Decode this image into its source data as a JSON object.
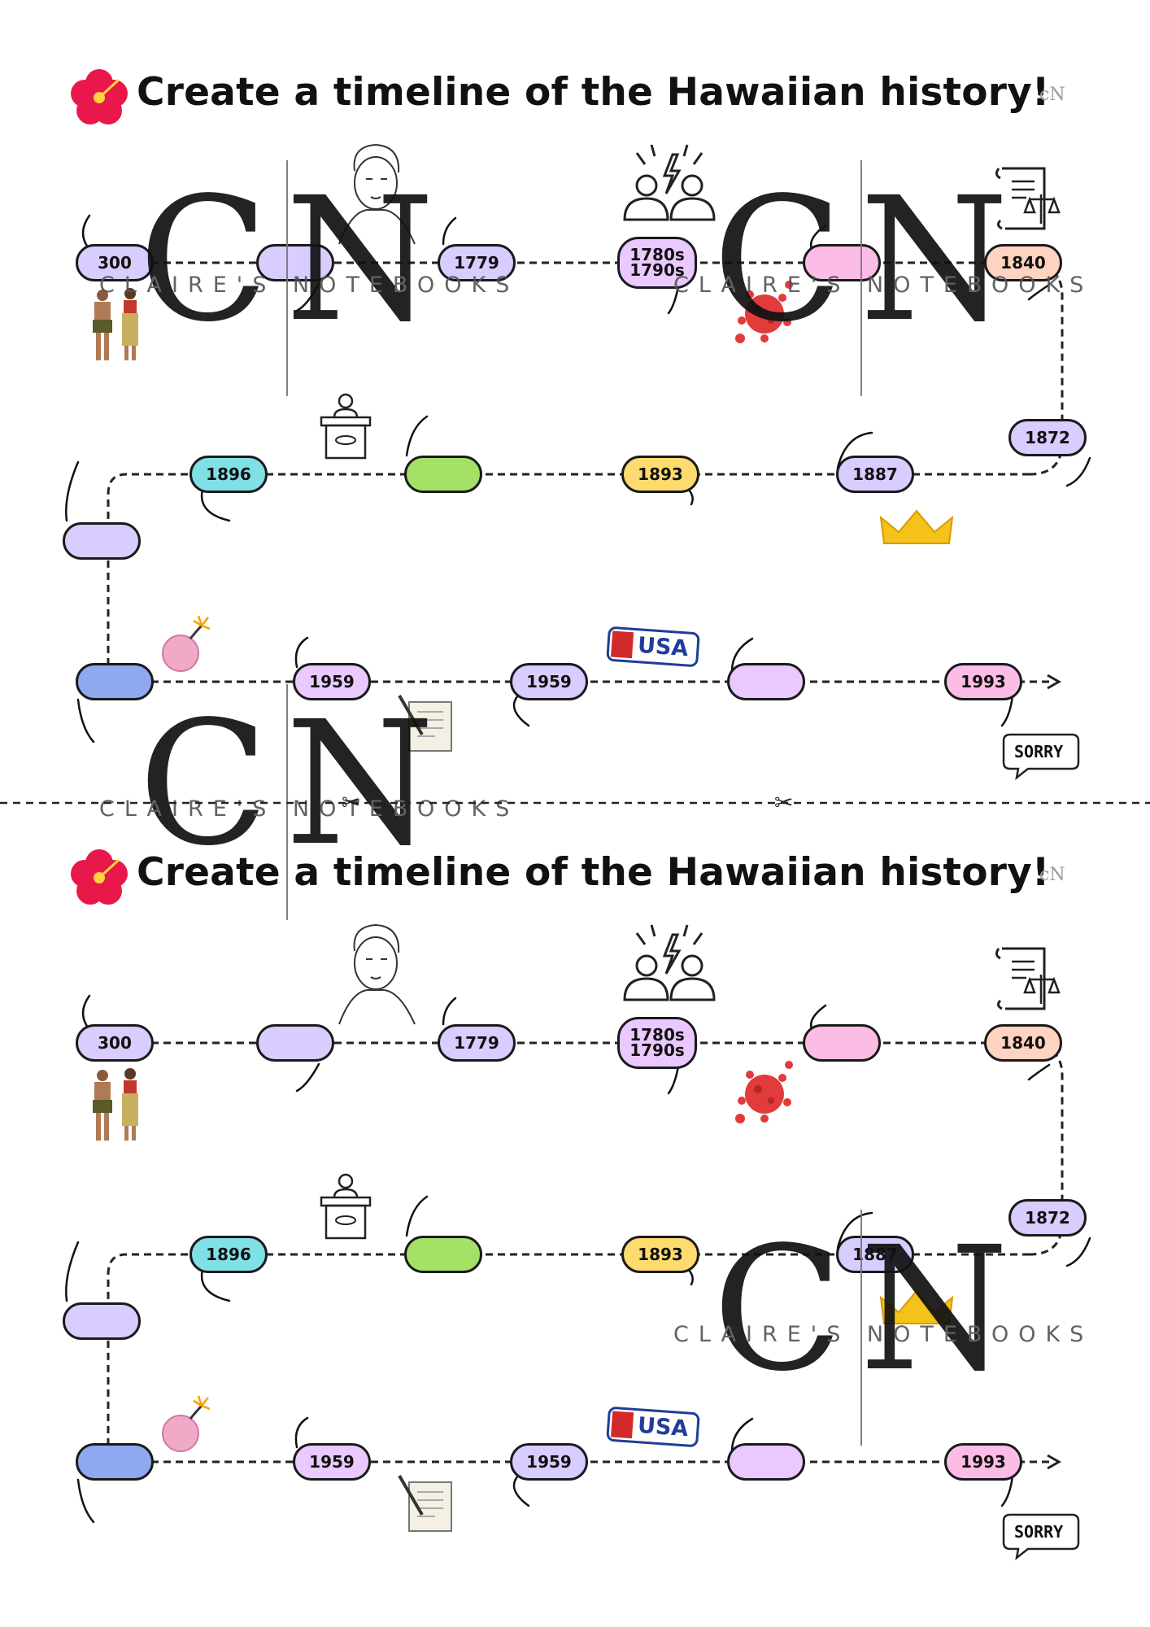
{
  "title": "Create a timeline of the Hawaiian history!",
  "watermark": {
    "monogram": "CN",
    "brand": "CLAIRE'S NOTEBOOKS",
    "small_mark": "cN"
  },
  "timeline": {
    "pills": [
      {
        "id": "p300",
        "label": "300",
        "color": "#d9ccff"
      },
      {
        "id": "pblank1",
        "label": "",
        "color": "#d9ccff"
      },
      {
        "id": "p1779",
        "label": "1779",
        "color": "#d9ccff"
      },
      {
        "id": "p1780",
        "label": "1780s\n1790s",
        "color": "#e9c9ff"
      },
      {
        "id": "pblank2",
        "label": "",
        "color": "#fbbde6"
      },
      {
        "id": "p1840",
        "label": "1840",
        "color": "#ffd3c2"
      },
      {
        "id": "p1872",
        "label": "1872",
        "color": "#d9ccff"
      },
      {
        "id": "p1887",
        "label": "1887",
        "color": "#d9ccff"
      },
      {
        "id": "p1893",
        "label": "1893",
        "color": "#fedb6e"
      },
      {
        "id": "pblank3",
        "label": "",
        "color": "#a4e167"
      },
      {
        "id": "p1896",
        "label": "1896",
        "color": "#7fe0e6"
      },
      {
        "id": "pblank4",
        "label": "",
        "color": "#d9ccff"
      },
      {
        "id": "pblank5",
        "label": "",
        "color": "#8ea9ef"
      },
      {
        "id": "p1959a",
        "label": "1959",
        "color": "#e9c9ff"
      },
      {
        "id": "p1959b",
        "label": "1959",
        "color": "#d9ccff"
      },
      {
        "id": "pblank6",
        "label": "",
        "color": "#e9c9ff"
      },
      {
        "id": "p1993",
        "label": "1993",
        "color": "#fbbde6"
      }
    ]
  },
  "stickers": {
    "usa": "USA",
    "sorry": "SORRY"
  },
  "colors": {
    "hibiscus": "#e8194a",
    "virus": "#e23b3b",
    "crown": "#f4c21b",
    "bomb": "#f1a9c8"
  }
}
